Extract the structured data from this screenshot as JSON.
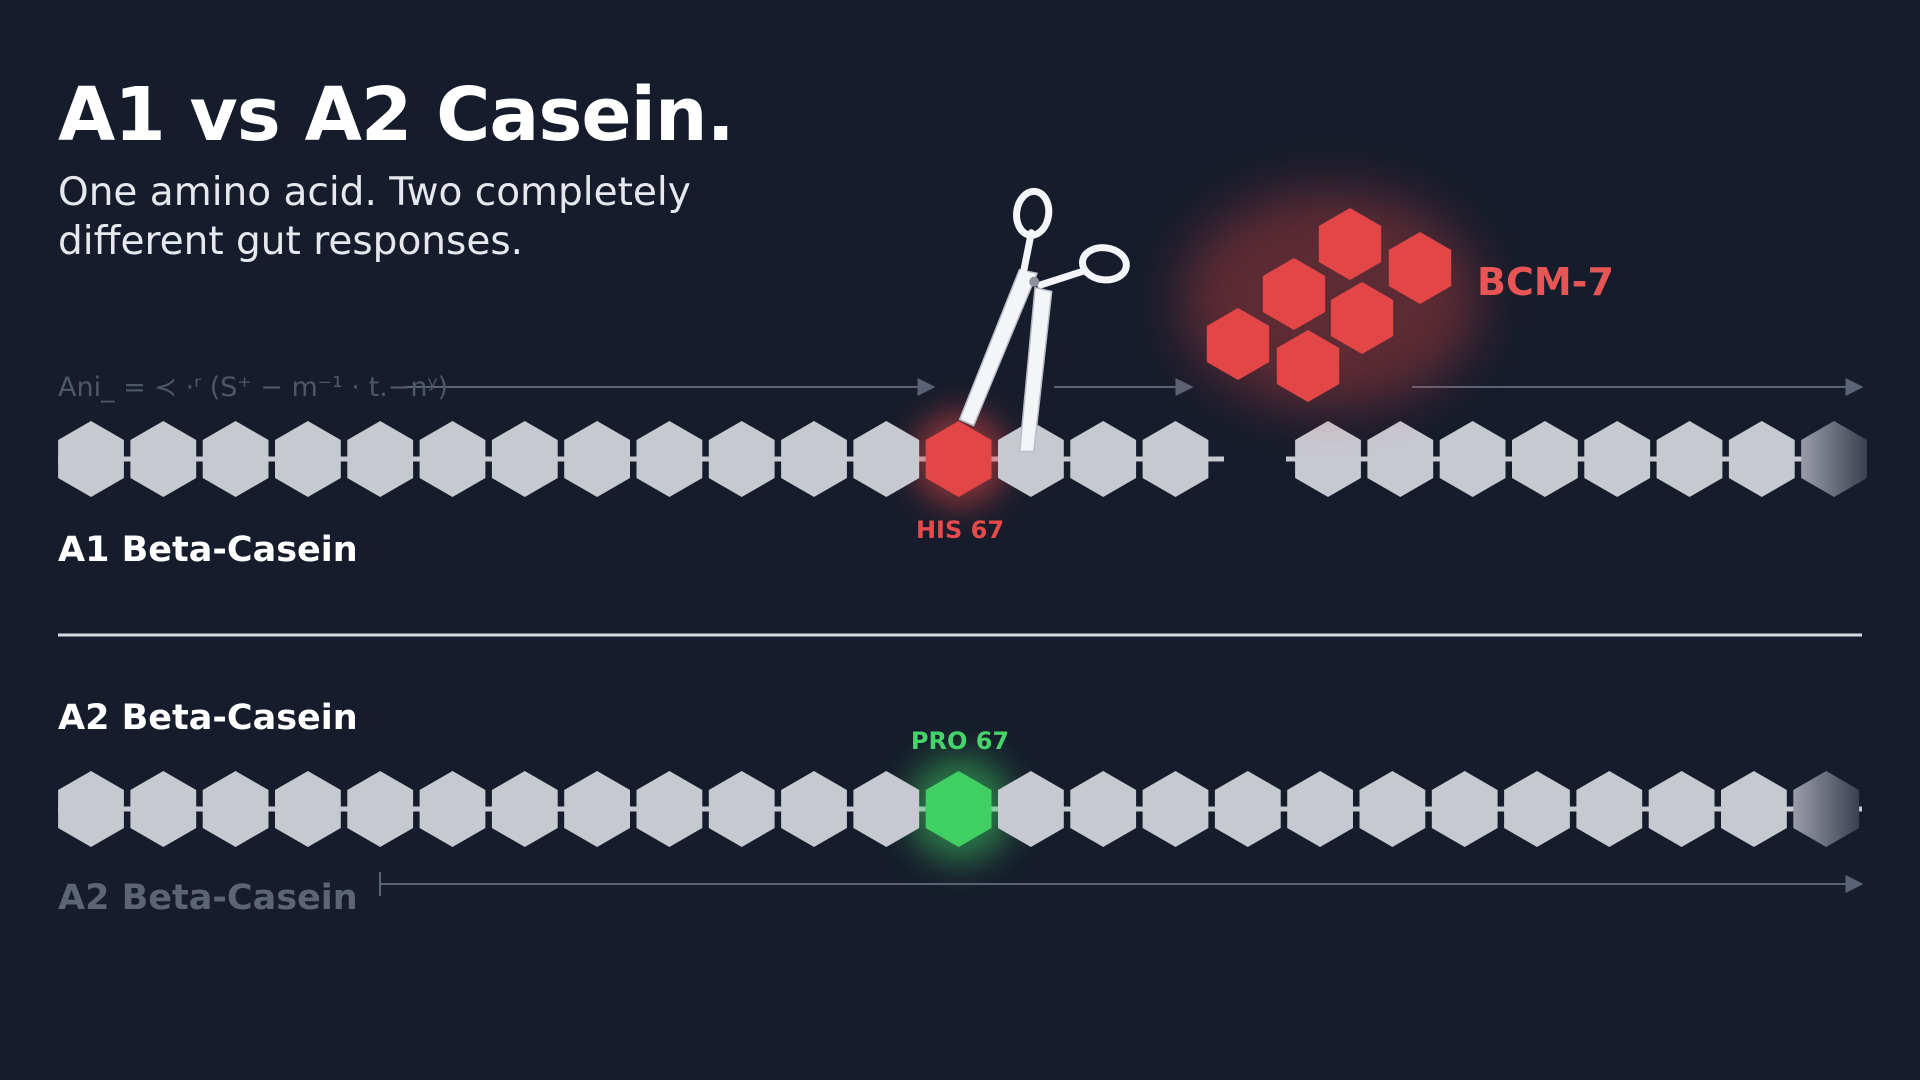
{
  "title": "A1 vs A2 Casein.",
  "subtitle": "One amino acid. Two completely different gut responses.",
  "formula_text": "Ani_ = ≺ ·ʳ (S⁺ − m⁻¹ · t.−nʸ)",
  "a1": {
    "label": "A1 Beta-Casein",
    "highlight_label": "HIS 67",
    "highlight_color": "#e24646",
    "fragment_label": "BCM-7"
  },
  "a2": {
    "label": "A2 Beta-Casein",
    "label_repeat": "A2 Beta-Casein",
    "highlight_label": "PRO 67",
    "highlight_color": "#3fcf63"
  },
  "colors": {
    "background": "#161c2b",
    "residue": "#c7c9d1",
    "arrow": "#5a6275"
  },
  "icons": [
    "scissors-icon"
  ]
}
